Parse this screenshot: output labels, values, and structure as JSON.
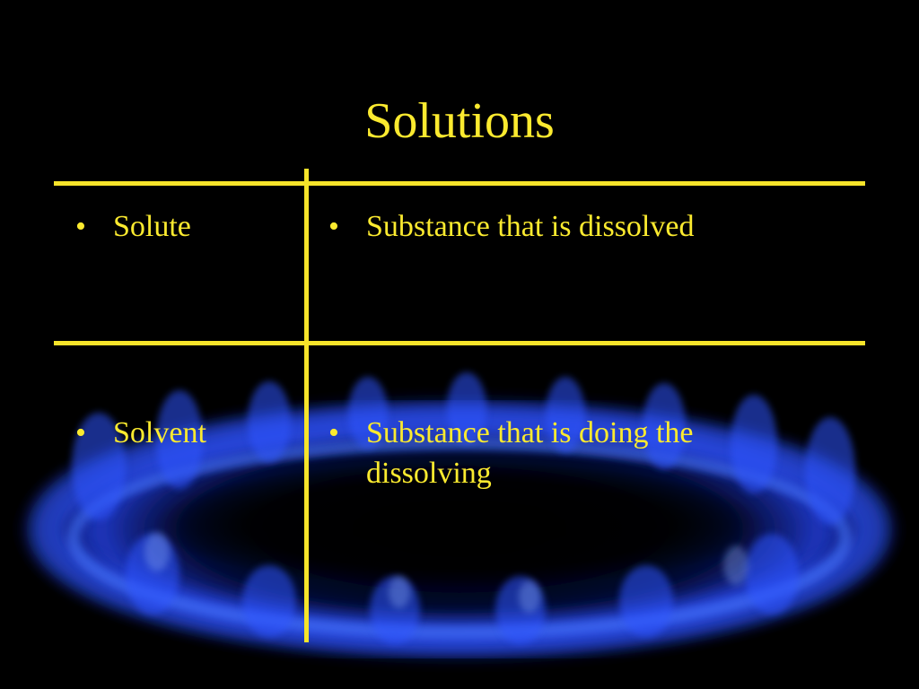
{
  "slide": {
    "title": "Solutions",
    "bullet_glyph": "•",
    "rows": [
      {
        "term": "Solute",
        "definition": "Substance that is dissolved"
      },
      {
        "term": "Solvent",
        "definition": "Substance that is doing the dissolving"
      }
    ]
  },
  "colors": {
    "background": "#000000",
    "text": "#fbea2f",
    "table_lines": "#f6e42a",
    "flame": "#2a4dff"
  },
  "background_image": "blue-gas-flame-ring"
}
